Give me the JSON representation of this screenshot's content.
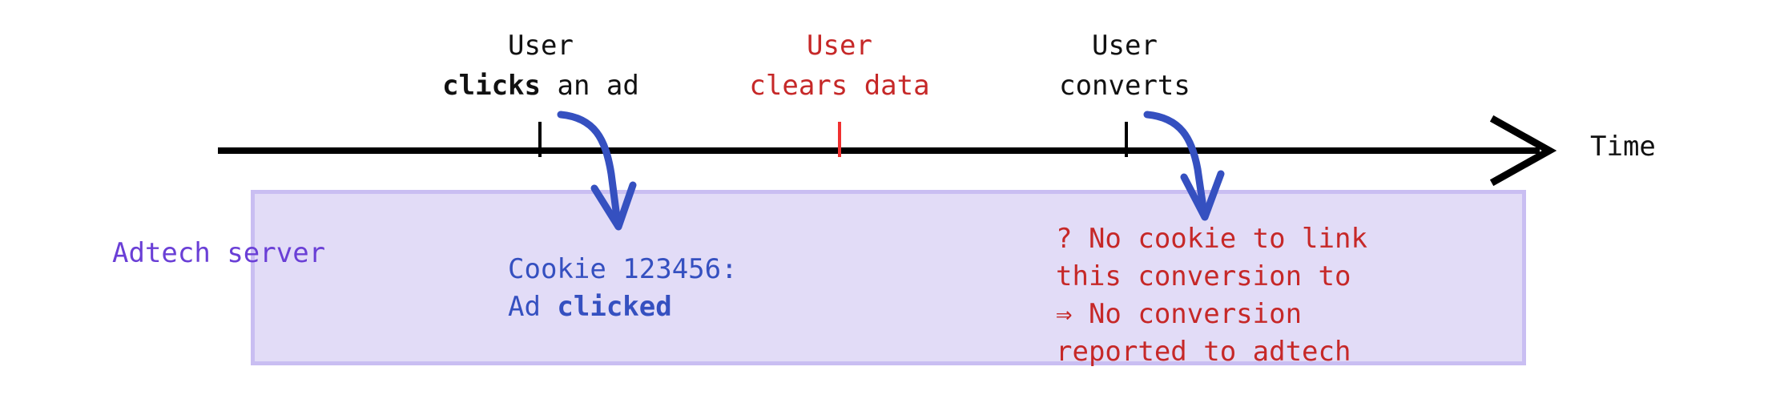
{
  "diagram": {
    "title_role": "ad-attribution-timeline",
    "colors": {
      "box_fill": "#e2dcf7",
      "box_border": "#c9bef2",
      "axis": "#000000",
      "blue_arrow": "#3550c0",
      "blue_text": "#3550c0",
      "red_text": "#c62828",
      "red_tick": "#f03030",
      "purple_label": "#6a3fd6"
    },
    "axis": {
      "label": "Time",
      "arrow_icon": "right-arrow-icon"
    },
    "events": [
      {
        "id": "user-clicks-an-ad",
        "line1": "User",
        "line2_plain_prefix": "",
        "line2_bold": "clicks",
        "line2_rest": " an ad",
        "color": "black",
        "tick_color": "black"
      },
      {
        "id": "user-clears-data",
        "line1": "User",
        "line2_plain_prefix": "",
        "line2_bold": "",
        "line2_rest": "clears data",
        "color": "red",
        "tick_color": "red"
      },
      {
        "id": "user-converts",
        "line1": "User",
        "line2_plain_prefix": "",
        "line2_bold": "",
        "line2_rest": "converts",
        "color": "black",
        "tick_color": "black"
      }
    ],
    "lane": {
      "label_line1": "Adtech",
      "label_line2": "server"
    },
    "annotations": {
      "click_log": {
        "line1": "Cookie 123456:",
        "line2_prefix": "Ad ",
        "line2_bold": "clicked"
      },
      "conversion_note": {
        "line1": "? No cookie to link",
        "line2": "this conversion to",
        "line3": "⇒ No conversion",
        "line4": "reported to adtech"
      }
    }
  }
}
